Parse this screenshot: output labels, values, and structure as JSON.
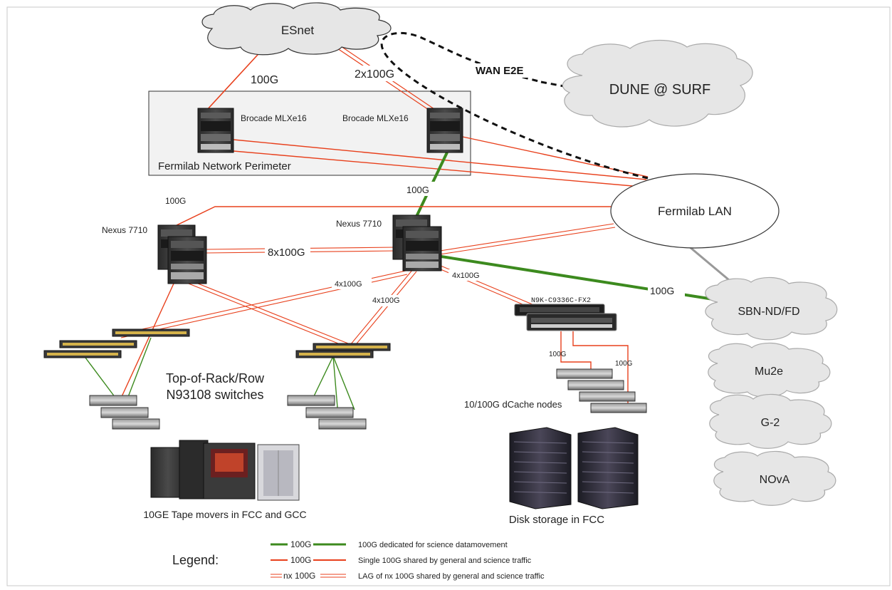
{
  "clouds": {
    "esnet": "ESnet",
    "dune": "DUNE @ SURF",
    "sbn": "SBN-ND/FD",
    "mu2e": "Mu2e",
    "g2": "G-2",
    "nova": "NOvA"
  },
  "lan": "Fermilab LAN",
  "perimeter": {
    "title": "Fermilab Network Perimeter",
    "router_left": "Brocade MLXe16",
    "router_right": "Brocade MLXe16"
  },
  "links": {
    "wan": "WAN E2E",
    "esnet_left": "100G",
    "esnet_right": "2x100G",
    "perimeter_core": "100G",
    "left_core_lan": "100G",
    "core_core": "8x100G",
    "cross_left": "4x100G",
    "cross_right": "4x100G",
    "core_storage": "4x100G",
    "core_sbn": "100G",
    "dcache_left": "100G",
    "dcache_right": "100G"
  },
  "devices": {
    "nexus_left": "Nexus 7710",
    "nexus_right": "Nexus 7710",
    "n9k": "N9K-C9336C-FX2",
    "tor_line1": "Top-of-Rack/Row",
    "tor_line2": "N93108 switches",
    "dcache": "10/100G  dCache nodes",
    "tape": "10GE  Tape movers in  FCC and GCC",
    "disk": "Disk storage in FCC"
  },
  "legend": {
    "title": "Legend:",
    "items": [
      {
        "line_label": "100G",
        "description": "100G dedicated for science datamovement",
        "color": "#3c8a1e"
      },
      {
        "line_label": "100G",
        "description": "Single 100G shared by general and  science traffic",
        "color": "#e8401c"
      },
      {
        "line_label": "nx 100G",
        "description": "LAG of nx 100G shared by general and  science traffic",
        "color": "#e8401c"
      }
    ]
  },
  "colors": {
    "science": "#3c8a1e",
    "shared": "#e8401c",
    "wan": "#111111",
    "cloud_fill": "#e6e6e6",
    "perimeter_fill": "#f2f2f2"
  }
}
